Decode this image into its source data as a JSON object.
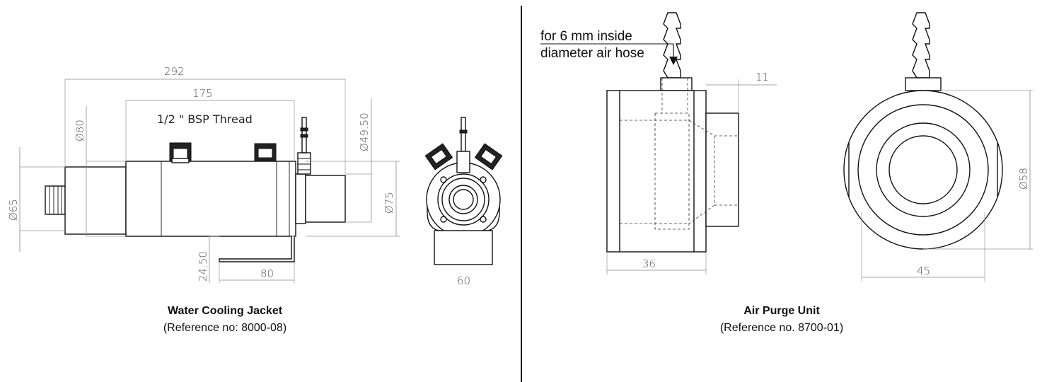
{
  "left": {
    "title": "Water Cooling Jacket",
    "subtitle": "(Reference no: 8000-08)",
    "dims": {
      "overall_length": "292",
      "jacket_length": "175",
      "thread": "1/2 \" BSP Thread",
      "dia_80": "Ø80",
      "dia_65": "Ø65",
      "dia_49_50": "Ø49.50",
      "dia_75": "Ø75",
      "bracket_height": "24.50",
      "bracket_length": "80",
      "end_width": "60"
    }
  },
  "right": {
    "title": "Air Purge Unit",
    "subtitle": "(Reference no. 8700-01)",
    "note_line1": "for 6 mm inside",
    "note_line2": "diameter air hose",
    "dims": {
      "nozzle": "11",
      "length": "36",
      "dia_58": "Ø58",
      "width": "45"
    }
  },
  "colors": {
    "line": "#111111",
    "dimension": "#888888",
    "divider": "#222222"
  }
}
